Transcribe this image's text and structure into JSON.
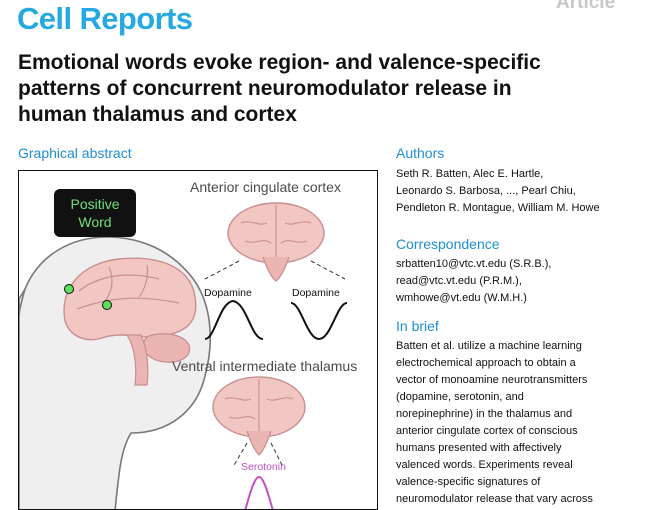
{
  "journal": "Cell Reports",
  "article_tag": "Article",
  "title_lines": [
    "Emotional words evoke region- and valence-specific",
    "patterns of concurrent neuromodulator release in",
    "human thalamus and cortex"
  ],
  "graphical_abstract": {
    "heading": "Graphical abstract",
    "word_box": [
      "Positive",
      "Word"
    ],
    "acc_label": "Anterior cingulate cortex",
    "vim_label": "Ventral intermediate thalamus",
    "dopamine_left": "Dopamine",
    "dopamine_right": "Dopamine",
    "serotonin": "Serotonin",
    "colors": {
      "brain": "#f2c6c3",
      "brain_outline": "#c98f90",
      "head": "#eeeeee",
      "marker": "#5ee05a",
      "serotonin": "#c24fc7"
    }
  },
  "authors": {
    "heading": "Authors",
    "lines": [
      "Seth R. Batten, Alec E. Hartle,",
      "Leonardo S. Barbosa, ..., Pearl Chiu,",
      "Pendleton R. Montague, William M. Howe"
    ]
  },
  "correspondence": {
    "heading": "Correspondence",
    "lines": [
      "srbatten10@vtc.vt.edu (S.R.B.),",
      "read@vtc.vt.edu (P.R.M.),",
      "wmhowe@vt.edu (W.M.H.)"
    ]
  },
  "in_brief": {
    "heading": "In brief",
    "lines": [
      "Batten et al. utilize a machine learning",
      "electrochemical approach to obtain a",
      "vector of monoamine neurotransmitters",
      "(dopamine, serotonin, and",
      "norepinephrine) in the thalamus and",
      "anterior cingulate cortex of conscious",
      "humans presented with affectively",
      "valenced words. Experiments reveal",
      "valence-specific signatures of",
      "neuromodulator release that vary across"
    ]
  }
}
